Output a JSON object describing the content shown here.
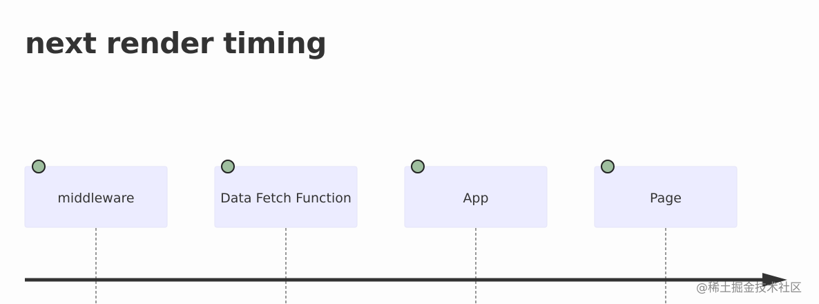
{
  "title": "next render timing",
  "stages": [
    {
      "label": "middleware"
    },
    {
      "label": "Data Fetch Function"
    },
    {
      "label": "App"
    },
    {
      "label": "Page"
    }
  ],
  "colors": {
    "box_fill": "#ececff",
    "marker_fill": "#9fbf9f",
    "line": "#333333",
    "text": "#333333"
  },
  "watermark": "@稀土掘金技术社区"
}
